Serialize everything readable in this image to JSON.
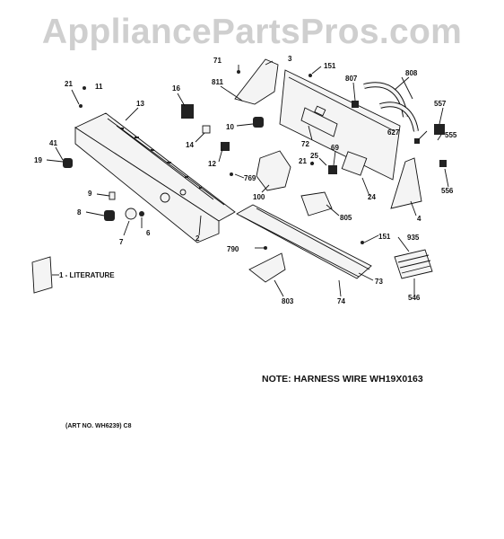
{
  "watermark": "AppliancePartsPros.com",
  "note": "NOTE: HARNESS WIRE WH19X0163",
  "art_no": "(ART NO. WH6239) C8",
  "literature_label": "1 - LITERATURE",
  "part_labels": [
    "71",
    "3",
    "151",
    "807",
    "808",
    "811",
    "21",
    "11",
    "16",
    "13",
    "557",
    "10",
    "627",
    "72",
    "555",
    "41",
    "14",
    "25",
    "69",
    "19",
    "12",
    "21",
    "769",
    "556",
    "9",
    "100",
    "24",
    "805",
    "2",
    "6",
    "4",
    "8",
    "7",
    "151",
    "935",
    "790",
    "73",
    "803",
    "74",
    "546"
  ],
  "icons": [
    "screw-icon",
    "knob-icon",
    "switch-icon",
    "hose-icon",
    "panel-icon",
    "envelope-icon"
  ]
}
